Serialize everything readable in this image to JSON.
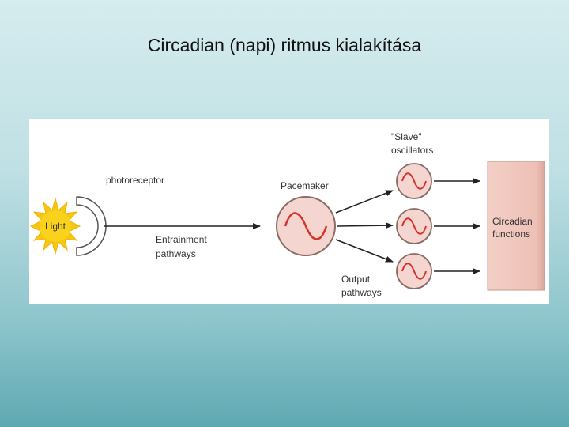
{
  "slide": {
    "title": "Circadian (napi) ritmus kialakítása"
  },
  "diagram": {
    "light": "Light",
    "photoreceptor": "photoreceptor",
    "entrainment_line1": "Entrainment",
    "entrainment_line2": "pathways",
    "pacemaker": "Pacemaker",
    "slave_line1": "\"Slave\"",
    "slave_line2": "oscillators",
    "output_line1": "Output",
    "output_line2": "pathways",
    "functions_line1": "Circadian",
    "functions_line2": "functions"
  },
  "colors": {
    "sun": "#f7c613",
    "oscillator_fill": "#f5d5cf",
    "oscillator_stroke": "#8a6b66",
    "wave": "#d6322a",
    "functions_fill": "#f0c8bf",
    "arrow": "#222222"
  }
}
